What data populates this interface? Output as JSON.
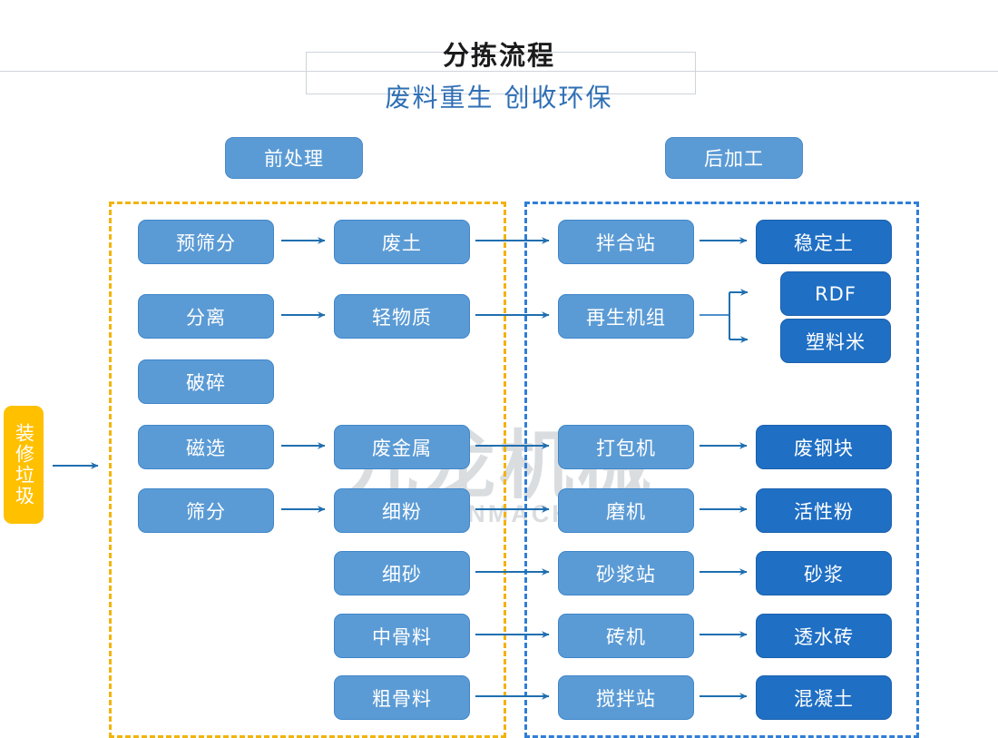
{
  "header": {
    "title": "分拣流程",
    "subtitle": "废料重生 创收环保"
  },
  "watermark": {
    "cn": "九龙机械",
    "en": "KOWLOONMACHINERY"
  },
  "sections": {
    "pre": "前处理",
    "post": "后加工"
  },
  "source": {
    "label": "装修垃圾"
  },
  "colors": {
    "node_light": "#5b9bd5",
    "node_dark": "#1f6fc4",
    "source": "#ffc000",
    "frame_pre": "#f2b30a",
    "frame_post": "#2f7ed8",
    "arrow": "#1f6fb0",
    "title": "#1b1b1b",
    "subtitle": "#2f6fb5",
    "watermark": "#dadde0"
  },
  "chart_data": {
    "type": "diagram",
    "title": "分拣流程",
    "subtitle": "废料重生 创收环保",
    "groups": [
      {
        "name": "前处理",
        "columns": [
          "process",
          "intermediate"
        ]
      },
      {
        "name": "后加工",
        "columns": [
          "machine",
          "product"
        ]
      }
    ],
    "rows": [
      {
        "process": "预筛分",
        "intermediate": "废土",
        "machine": "拌合站",
        "product": "稳定土"
      },
      {
        "process": "分离",
        "intermediate": "轻物质",
        "machine": "再生机组",
        "product": [
          "RDF",
          "塑料米"
        ]
      },
      {
        "process": "破碎",
        "intermediate": "",
        "machine": "",
        "product": ""
      },
      {
        "process": "磁选",
        "intermediate": "废金属",
        "machine": "打包机",
        "product": "废钢块"
      },
      {
        "process": "筛分",
        "intermediate": "细粉",
        "machine": "磨机",
        "product": "活性粉"
      },
      {
        "process": "",
        "intermediate": "细砂",
        "machine": "砂浆站",
        "product": "砂浆"
      },
      {
        "process": "",
        "intermediate": "中骨料",
        "machine": "砖机",
        "product": "透水砖"
      },
      {
        "process": "",
        "intermediate": "粗骨料",
        "machine": "搅拌站",
        "product": "混凝土"
      }
    ],
    "input": "装修垃圾"
  },
  "nodes": {
    "r1c1": "预筛分",
    "r1c2": "废土",
    "r1c3": "拌合站",
    "r1c4": "稳定土",
    "r2c1": "分离",
    "r2c2": "轻物质",
    "r2c3": "再生机组",
    "rdf": "RDF",
    "plastic": "塑料米",
    "r3c1": "破碎",
    "r4c1": "磁选",
    "r4c2": "废金属",
    "r4c3": "打包机",
    "r4c4": "废钢块",
    "r5c1": "筛分",
    "r5c2": "细粉",
    "r5c3": "磨机",
    "r5c4": "活性粉",
    "r6c2": "细砂",
    "r6c3": "砂浆站",
    "r6c4": "砂浆",
    "r7c2": "中骨料",
    "r7c3": "砖机",
    "r7c4": "透水砖",
    "r8c2": "粗骨料",
    "r8c3": "搅拌站",
    "r8c4": "混凝土"
  }
}
